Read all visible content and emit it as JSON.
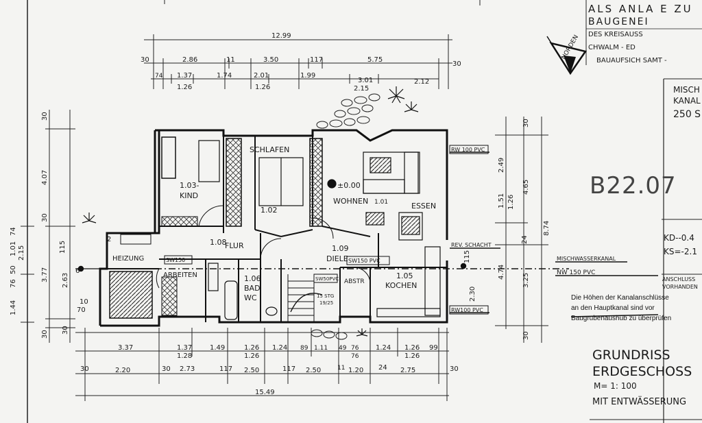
{
  "stamp": {
    "line1": "ALS ANLA  E ZU",
    "line2": "BAUGENEI",
    "line3": "DES KREISAUSS",
    "line4": "CHWALM - ED",
    "line5": "BAUAUFSICH SAMT -"
  },
  "north_label": "NORDEN",
  "right_notes": {
    "misch_1": "MISCH",
    "misch_2": "KANAL",
    "misch_3": "250 S",
    "plan_number": "B22.07",
    "kd": "KD--0.4",
    "ks": "KS=-2.1",
    "anschluss_1": "ANSCHLUSS",
    "anschluss_2": "VORHANDEN"
  },
  "notice": {
    "line1": "Die Höhen der Kanalanschlüsse",
    "line2": "an den Hauptkanal sind vor",
    "line3": "Baugrubenaushub zu überprüfen"
  },
  "title": {
    "line1": "GRUNDRISS",
    "line2": "ERDGESCHOSS",
    "scale": "M= 1: 100",
    "subtitle": "MIT ENTWÄSSERUNG"
  },
  "rooms": {
    "kind_no": "1.03-",
    "kind": "KIND",
    "schlafen": "SCHLAFEN",
    "schlafen_no": "1.02",
    "wohnen": "WOHNEN",
    "wohnen_no": "1.01",
    "elevation": "±0.00",
    "essen": "ESSEN",
    "flur_no": "1.08",
    "flur": "FLUR",
    "diele_no": "1.09",
    "diele": "DIELE",
    "arbeiten": "ARBEITEN",
    "heizung": "HEIZUNG",
    "bad_no": "1.06",
    "bad": "BAD",
    "wc": "WC",
    "abstr": "ABSTR",
    "kochen_no": "1.05",
    "kochen": "KOCHEN",
    "stair": "15 STG",
    "stair2": "19/25"
  },
  "pipes": {
    "rw_top": "RW 100 PVC",
    "rev_schacht": "REV. SCHACHT",
    "sw_diele": "SW150 PVC",
    "rw_bottom": "RW100 PVC",
    "sw_flur": "SW150",
    "sw_bad": "SW50PVC",
    "mischwasserkanal": "MISCHWASSERKANAL",
    "nw150": "NW 150 PVC"
  },
  "dims_top": {
    "overall": "12.99",
    "d30a": "30",
    "d286": "2.86",
    "d11": "11",
    "d350": "3.50",
    "d117": "117",
    "d575": "5.75",
    "d30b": "30",
    "d74": "74",
    "d137": "1.37",
    "d126a": "1.26",
    "d174": "1.74",
    "d201": "2.01",
    "d126b": "1.26",
    "d199": "1.99",
    "d301": "3.01",
    "d215": "2.15",
    "d212": "2.12"
  },
  "dims_bottom": {
    "d337": "3.37",
    "d137": "1.37",
    "d128": "1.28",
    "d149": "1.49",
    "d126a": "1.26",
    "d126b": "1.26",
    "d124a": "1.24",
    "d89": "89",
    "d111": "1.11",
    "d49": "49",
    "d76a": "76",
    "d76b": "76",
    "d124b": "1.24",
    "d126c": "1.26",
    "d126d": "1.26",
    "d99": "99",
    "d30a": "30",
    "d220": "2.20",
    "d30b": "30",
    "d273": "2.73",
    "d117": "117",
    "d250a": "2.50",
    "d117b": "117",
    "d250b": "2.50",
    "d11": "11",
    "d120": "1.20",
    "d24": "24",
    "d275": "2.75",
    "d30c": "30",
    "overall": "15.49"
  },
  "dims_left": {
    "d30a": "30",
    "d407": "4.07",
    "d30b": "30",
    "d377": "3.77",
    "d263": "2.63",
    "d30c": "30",
    "d30d": "30",
    "d144": "1.44",
    "d76": "76",
    "d50": "50",
    "d101": "1.01",
    "d215": "2.15",
    "d74": "74",
    "d115": "115",
    "d6": "6",
    "d10": "10",
    "d70": "70",
    "d2": "2"
  },
  "dims_right": {
    "d30a": "30",
    "d249": "2.49",
    "d465": "4.65",
    "d151": "1.51",
    "d126": "1.26",
    "d874": "8.74",
    "d24": "24",
    "d474": "4.74",
    "d325": "3.25",
    "d230": "2.30",
    "d30b": "30",
    "d115": "115"
  }
}
